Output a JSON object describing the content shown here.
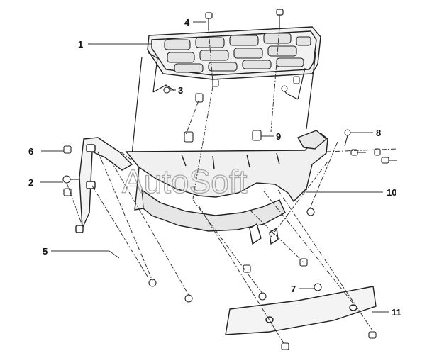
{
  "watermark": "AutoSoft",
  "callouts": {
    "n1": "1",
    "n2": "2",
    "n3": "3",
    "n4": "4",
    "n5": "5",
    "n6": "6",
    "n7": "7",
    "n8": "8",
    "n9": "9",
    "n10": "10",
    "n11": "11"
  }
}
